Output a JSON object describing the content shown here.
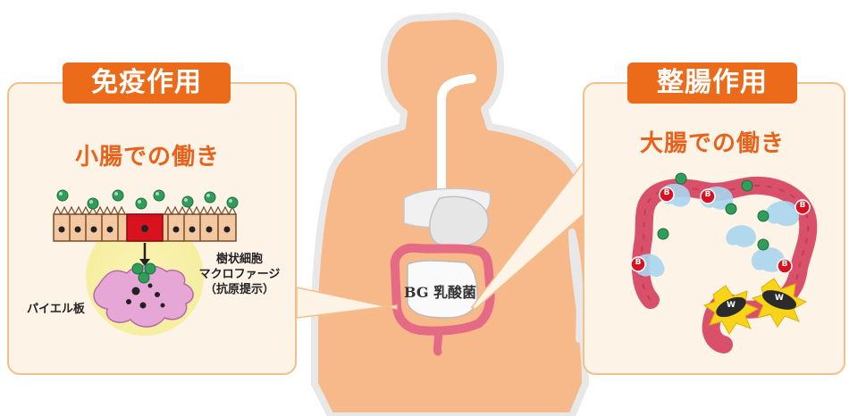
{
  "left_panel": {
    "title": "免疫作用",
    "subtitle": "小腸での働き",
    "label_cells": [
      "樹状細胞",
      "マクロファージ",
      "（抗原提示）"
    ],
    "label_peyer": "パイエル板"
  },
  "right_panel": {
    "title": "整腸作用",
    "subtitle": "大腸での働き",
    "bad_bacteria_letter": "W",
    "good_bacteria_letter": "B"
  },
  "body": {
    "label": "BG 乳酸菌"
  },
  "colors": {
    "accent": "#ec6b1a",
    "panel_bg": "#fdf3e7",
    "panel_border": "#f2c08a",
    "body_fill": "#f7b98a",
    "bacteria_green": "#2e9e5a",
    "intestine_red": "#d9506a"
  }
}
